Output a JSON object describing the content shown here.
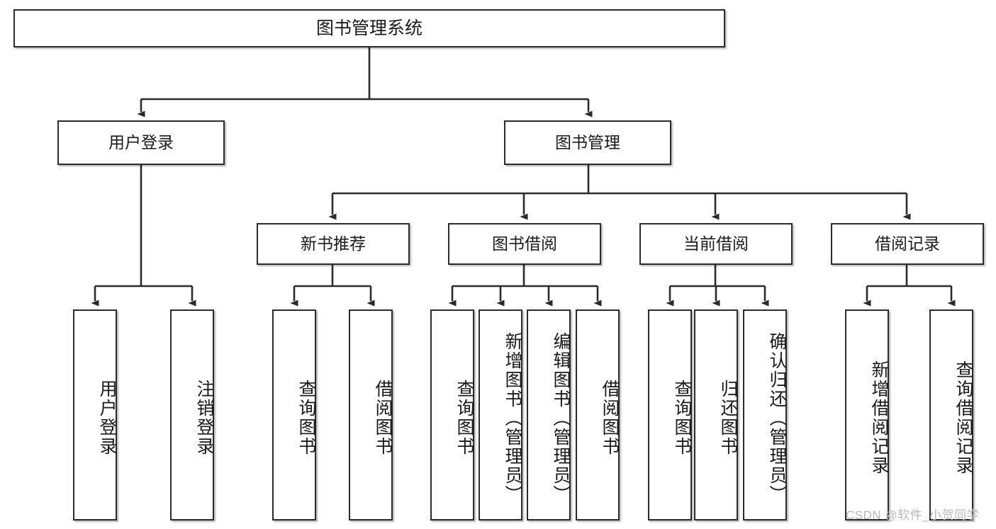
{
  "diagram": {
    "title": "图书管理系统",
    "type": "hierarchy-tree",
    "watermark": "CSDN @软件_小贺同学",
    "colors": {
      "box_border": "#2b2b2b",
      "box_fill": "#ffffff",
      "edge": "#2b2b2b",
      "text": "#1a1a1a",
      "watermark": "#b9b9b9"
    },
    "root": {
      "label": "图书管理系统"
    },
    "level2": [
      {
        "label": "用户登录"
      },
      {
        "label": "图书管理"
      }
    ],
    "level3": [
      {
        "label": "新书推荐"
      },
      {
        "label": "图书借阅"
      },
      {
        "label": "当前借阅"
      },
      {
        "label": "借阅记录"
      }
    ],
    "leaves": {
      "user_login": [
        {
          "label": "用户登录"
        },
        {
          "label": "注销登录"
        }
      ],
      "new_book_recommend": [
        {
          "label": "查询图书"
        },
        {
          "label": "借阅图书"
        }
      ],
      "book_borrow": [
        {
          "label": "查询图书"
        },
        {
          "label": "新增图书（管理员）"
        },
        {
          "label": "编辑图书（管理员）"
        },
        {
          "label": "借阅图书"
        }
      ],
      "current_borrow": [
        {
          "label": "查询图书"
        },
        {
          "label": "归还图书"
        },
        {
          "label": "确认归还（管理员）"
        }
      ],
      "borrow_records": [
        {
          "label": "新增借阅记录"
        },
        {
          "label": "查询借阅记录"
        }
      ]
    }
  }
}
